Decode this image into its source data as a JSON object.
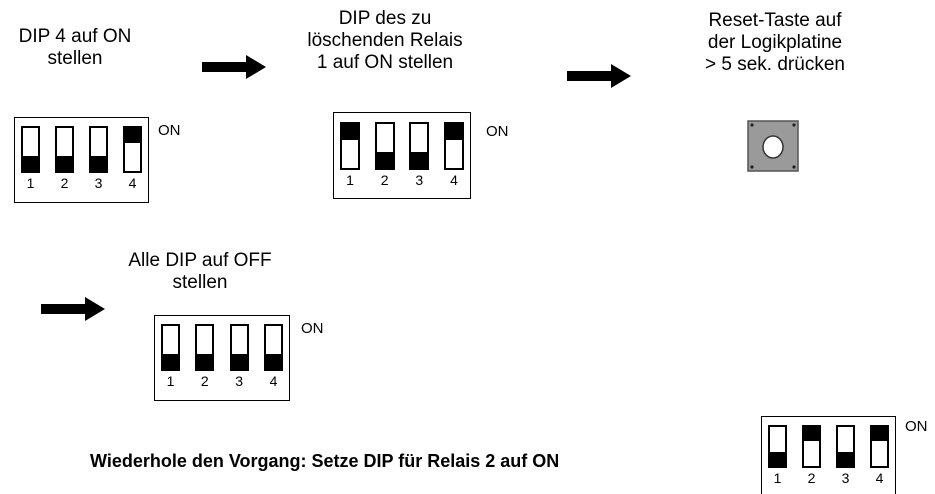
{
  "steps": [
    {
      "caption": "DIP 4 auf ON\nstellen"
    },
    {
      "caption": "DIP des zu\nlöschenden Relais\n1 auf ON stellen"
    },
    {
      "caption": "Reset-Taste auf\nder Logikplatine\n> 5 sek. drücken"
    },
    {
      "caption": "Alle DIP auf OFF\nstellen"
    }
  ],
  "dip_label": "ON",
  "switch_numbers": [
    "1",
    "2",
    "3",
    "4"
  ],
  "dip_states": {
    "step1": [
      "off",
      "off",
      "off",
      "on"
    ],
    "step2": [
      "on",
      "off",
      "off",
      "on"
    ],
    "step4": [
      "off",
      "off",
      "off",
      "off"
    ],
    "final": [
      "off",
      "on",
      "off",
      "on"
    ]
  },
  "repeat_text": "Wiederhole den Vorgang: Setze DIP für Relais 2 auf ON",
  "colors": {
    "switch": "#000000",
    "button_plate": "#9a9a9a",
    "arrow": "#000000"
  }
}
